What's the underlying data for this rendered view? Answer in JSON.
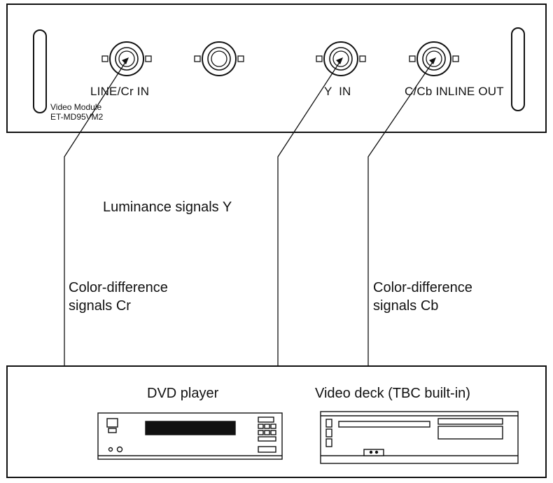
{
  "module": {
    "name_line1": "Video Module",
    "name_line2": "ET-MD95VM2",
    "connectors": [
      {
        "label": "LINE/Cr IN"
      },
      {
        "label": ""
      },
      {
        "label": "Y  IN"
      },
      {
        "label": "C/Cb INLINE OUT"
      }
    ]
  },
  "signals": {
    "luminance": "Luminance signals Y",
    "cr_line1": "Color-difference",
    "cr_line2": "signals Cr",
    "cb_line1": "Color-difference",
    "cb_line2": "signals Cb"
  },
  "devices": {
    "dvd": "DVD player",
    "vcr": "Video deck (TBC built-in)"
  }
}
